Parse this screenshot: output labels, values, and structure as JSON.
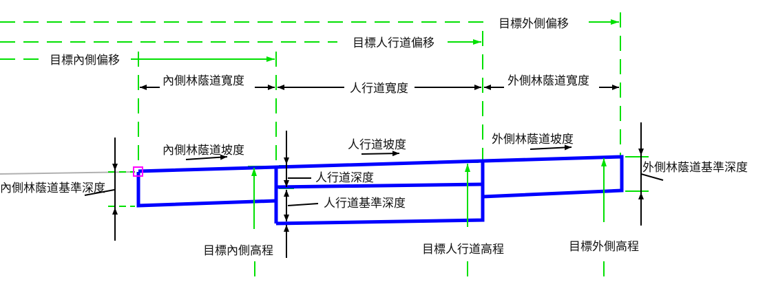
{
  "labels": {
    "target_outer_offset": "目標外側偏移",
    "target_walk_offset": "目標人行道偏移",
    "target_inner_offset": "目標內側偏移",
    "inner_buffer_width": "內側林蔭道寬度",
    "walk_width": "人行道寬度",
    "outer_buffer_width": "外側林蔭道寬度",
    "inner_buffer_slope": "內側林蔭道坡度",
    "walk_slope": "人行道坡度",
    "outer_buffer_slope": "外側林蔭道坡度",
    "walk_depth": "人行道深度",
    "walk_base_depth": "人行道基準深度",
    "inner_buffer_base_depth": "內側林蔭道基準深度",
    "outer_buffer_base_depth": "外側林蔭道基準深度",
    "target_inner_elevation": "目標內側高程",
    "target_walk_elevation": "目標人行道高程",
    "target_outer_elevation": "目標外側高程"
  },
  "colors": {
    "section": "#0000ff",
    "guide": "#00e000",
    "dimension": "#000000",
    "marker": "#ff00ff"
  }
}
